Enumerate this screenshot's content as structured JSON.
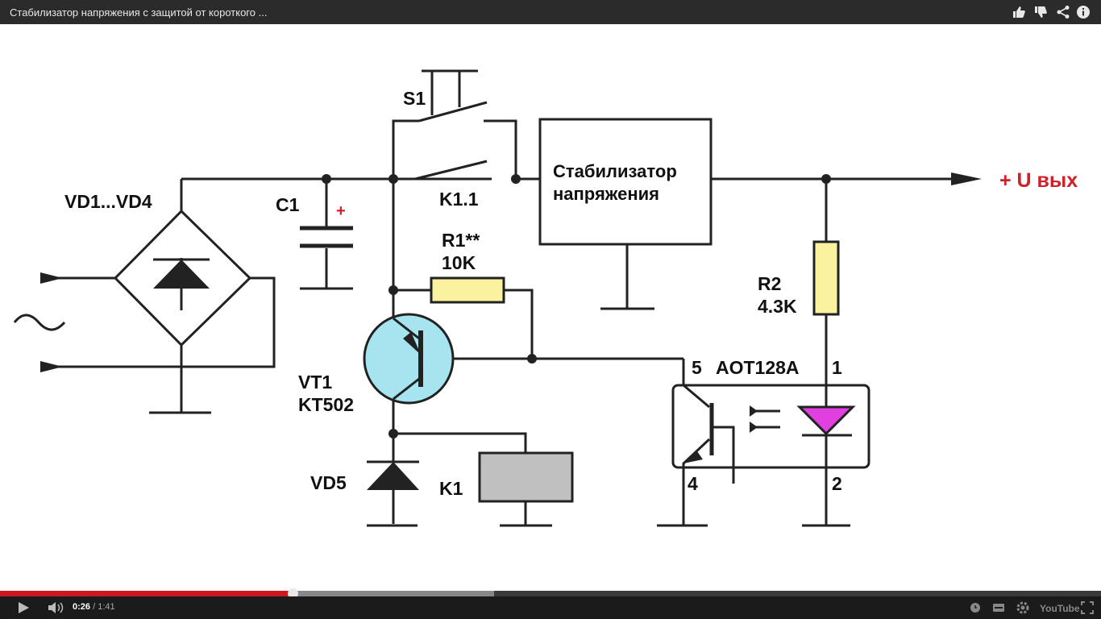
{
  "header": {
    "title": "Стабилизатор напряжения с защитой от короткого ...",
    "icons": [
      "thumbs-up-icon",
      "thumbs-down-icon",
      "share-icon",
      "info-icon"
    ]
  },
  "diagram": {
    "bridge_label": "VD1...VD4",
    "ac_symbol": "~",
    "cap_label": "C1",
    "cap_polarity": "+",
    "switch_label": "S1",
    "relay_contact_label": "K1.1",
    "stabilizer_line1": "Стабилизатор",
    "stabilizer_line2": "напряжения",
    "output_label": "+ U вых",
    "r1_label": "R1**",
    "r1_value": "10K",
    "r2_label": "R2",
    "r2_value": "4.3K",
    "vt1_label": "VT1",
    "vt1_type": "KT502",
    "vd5_label": "VD5",
    "k1_label": "K1",
    "opto_pin5": "5",
    "opto_name": "AOT128A",
    "opto_pin1": "1",
    "opto_pin4": "4",
    "opto_pin2": "2",
    "colors": {
      "transistor_fill": "#a6e4f0",
      "resistor_fill": "#fbf2a0",
      "relay_fill": "#c0c0c0",
      "led_fill": "#e040e0",
      "output_text": "#d0202a",
      "polarity": "#d0202a"
    }
  },
  "player": {
    "current_time": "0:26",
    "separator": " / ",
    "duration": "1:41",
    "progress_fraction": 0.266,
    "buffered_fraction": 0.449,
    "played_color": "#cc181e",
    "controls": [
      "play-icon",
      "volume-icon",
      "watch-later-icon",
      "captions-icon",
      "settings-icon",
      "youtube-logo",
      "fullscreen-icon"
    ],
    "logo_text": "YouTube"
  }
}
